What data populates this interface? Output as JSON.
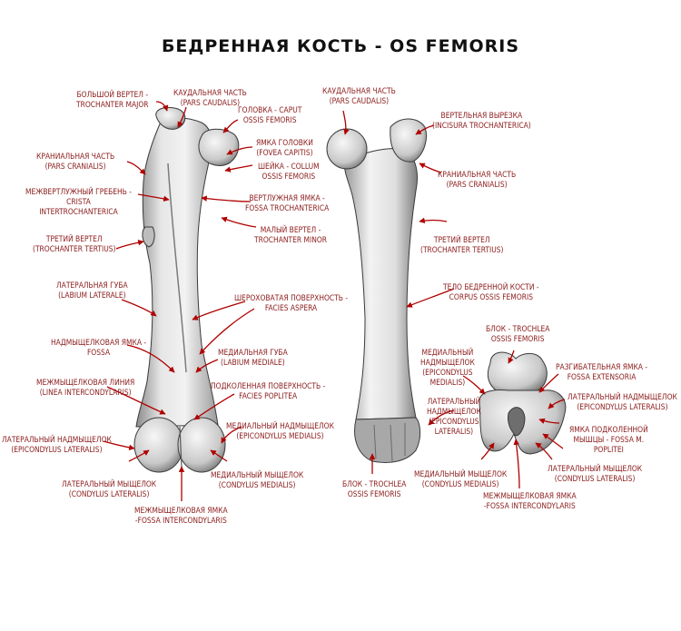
{
  "title": "БЕДРЕННАЯ КОСТЬ - OS FEMORIS",
  "colors": {
    "label": "#8b1a1a",
    "arrow": "#b00000",
    "bone_light": "#ececec",
    "bone_mid": "#bdbdbd",
    "bone_dark": "#6e6e6e",
    "outline": "#3a3a3a"
  },
  "labels": {
    "trochanter_major": "БОЛЬШОЙ ВЕРТЕЛ -\nTROCHANTER MAJOR",
    "pars_caudalis_1": "КАУДАЛЬНАЯ ЧАСТЬ\n(PARS CAUDALIS)",
    "caput": "ГОЛОВКА - CAPUT\nOSSIS FEMORIS",
    "pars_caudalis_2": "КАУДАЛЬНАЯ ЧАСТЬ\n(PARS CAUDALIS)",
    "incisura": "ВЕРТЕЛЬНАЯ ВЫРЕЗКА\n(INCISURA TROCHANTERICA)",
    "pars_cranialis_1": "КРАНИАЛЬНАЯ ЧАСТЬ\n(PARS CRANIALIS)",
    "fovea": "ЯМКА ГОЛОВКИ\n(FOVEA CAPITIS)",
    "collum": "ШЕЙКА - COLLUM\nOSSIS FEMORIS",
    "pars_cranialis_2": "КРАНИАЛЬНАЯ ЧАСТЬ\n(PARS CRANIALIS)",
    "crista": "МЕЖВЕРТЛУЖНЫЙ ГРЕБЕНЬ -\nCRISTA\nINTERTROCHANTERICA",
    "fossa_trochanterica": "ВЕРТЛУЖНАЯ ЯМКА -\nFOSSA TROCHANTERICA",
    "trochanter_minor": "МАЛЫЙ ВЕРТЕЛ -\nTROCHANTER MINOR",
    "trochanter_tertius_1": "ТРЕТИЙ ВЕРТЕЛ\n(TROCHANTER TERTIUS)",
    "trochanter_tertius_2": "ТРЕТИЙ ВЕРТЕЛ\n(TROCHANTER TERTIUS)",
    "corpus": "ТЕЛО БЕДРЕННОЙ КОСТИ -\nCORPUS OSSIS FEMORIS",
    "labium_laterale": "ЛАТЕРАЛЬНАЯ ГУБА\n(LABIUM LATERALE)",
    "facies_aspera": "ШЕРОХОВАТАЯ ПОВЕРХНОСТЬ -\nFACIES ASPERA",
    "trochlea_1": "БЛОК - TROCHLEA\nOSSIS FEMORIS",
    "fossa": "НАДМЫЩЕЛКОВАЯ ЯМКА -\nFOSSA",
    "labium_mediale": "МЕДИАЛЬНАЯ ГУБА\n(LABIUM MEDIALE)",
    "epicondylus_medialis_r": "МЕДИАЛЬНЫЙ\nНАДМЫЩЕЛОК\n(EPICONDYLUS\nMEDIALIS)",
    "fossa_extensoria": "РАЗГИБАТЕЛЬНАЯ ЯМКА -\nFOSSA EXTENSORIA",
    "linea": "МЕЖМЫЩЕЛКОВАЯ ЛИНИЯ\n(LINEA INTERCONDYLARIS)",
    "facies_poplitea": "ПОДКОЛЕННАЯ ПОВЕРХНОСТЬ -\nFACIES POPLITEA",
    "epicondylus_lateralis_r": "ЛАТЕРАЛЬНЫЙ НАДМЫЩЕЛОК\n(EPICONDYLUS LATERALIS)",
    "epicondylus_lateralis_mid": "ЛАТЕРАЛЬНЫЙ\nНАДМЫЩЕЛОК\n(EPICONDYLUS\nLATERALIS)",
    "epicondylus_medialis_mid": "МЕДИАЛЬНЫЙ НАДМЫЩЕЛОК\n(EPICONDYLUS MEDIALIS)",
    "fossa_poplitea": "ЯМКА ПОДКОЛЕННОЙ\nМЫШЦЫ - FOSSA M.\nPOPLITEI",
    "epicondylus_lateralis_l": "ЛАТЕРАЛЬНЫЙ НАДМЫЩЕЛОК\n(EPICONDYLUS LATERALIS)",
    "condylus_lateralis_l": "ЛАТЕРАЛЬНЫЙ МЫЩЕЛОК\n(CONDYLUS LATERALIS)",
    "condylus_medialis_l": "МЕДИАЛЬНЫЙ МЫЩЕЛОК\n(CONDYLUS MEDIALIS)",
    "trochlea_2": "БЛОК - TROCHLEA\nOSSIS FEMORIS",
    "condylus_medialis_r": "МЕДИАЛЬНЫЙ МЫЩЕЛОК\n(CONDYLUS MEDIALIS)",
    "condylus_lateralis_r": "ЛАТЕРАЛЬНЫЙ МЫЩЕЛОК\n(CONDYLUS LATERALIS)",
    "fossa_intercondylaris_l": "МЕЖМЫЩЕЛКОВАЯ ЯМКА\n-FOSSA INTERCONDYLARIS",
    "fossa_intercondylaris_r": "МЕЖМЫЩЕЛКОВАЯ ЯМКА\n-FOSSA INTERCONDYLARIS"
  }
}
